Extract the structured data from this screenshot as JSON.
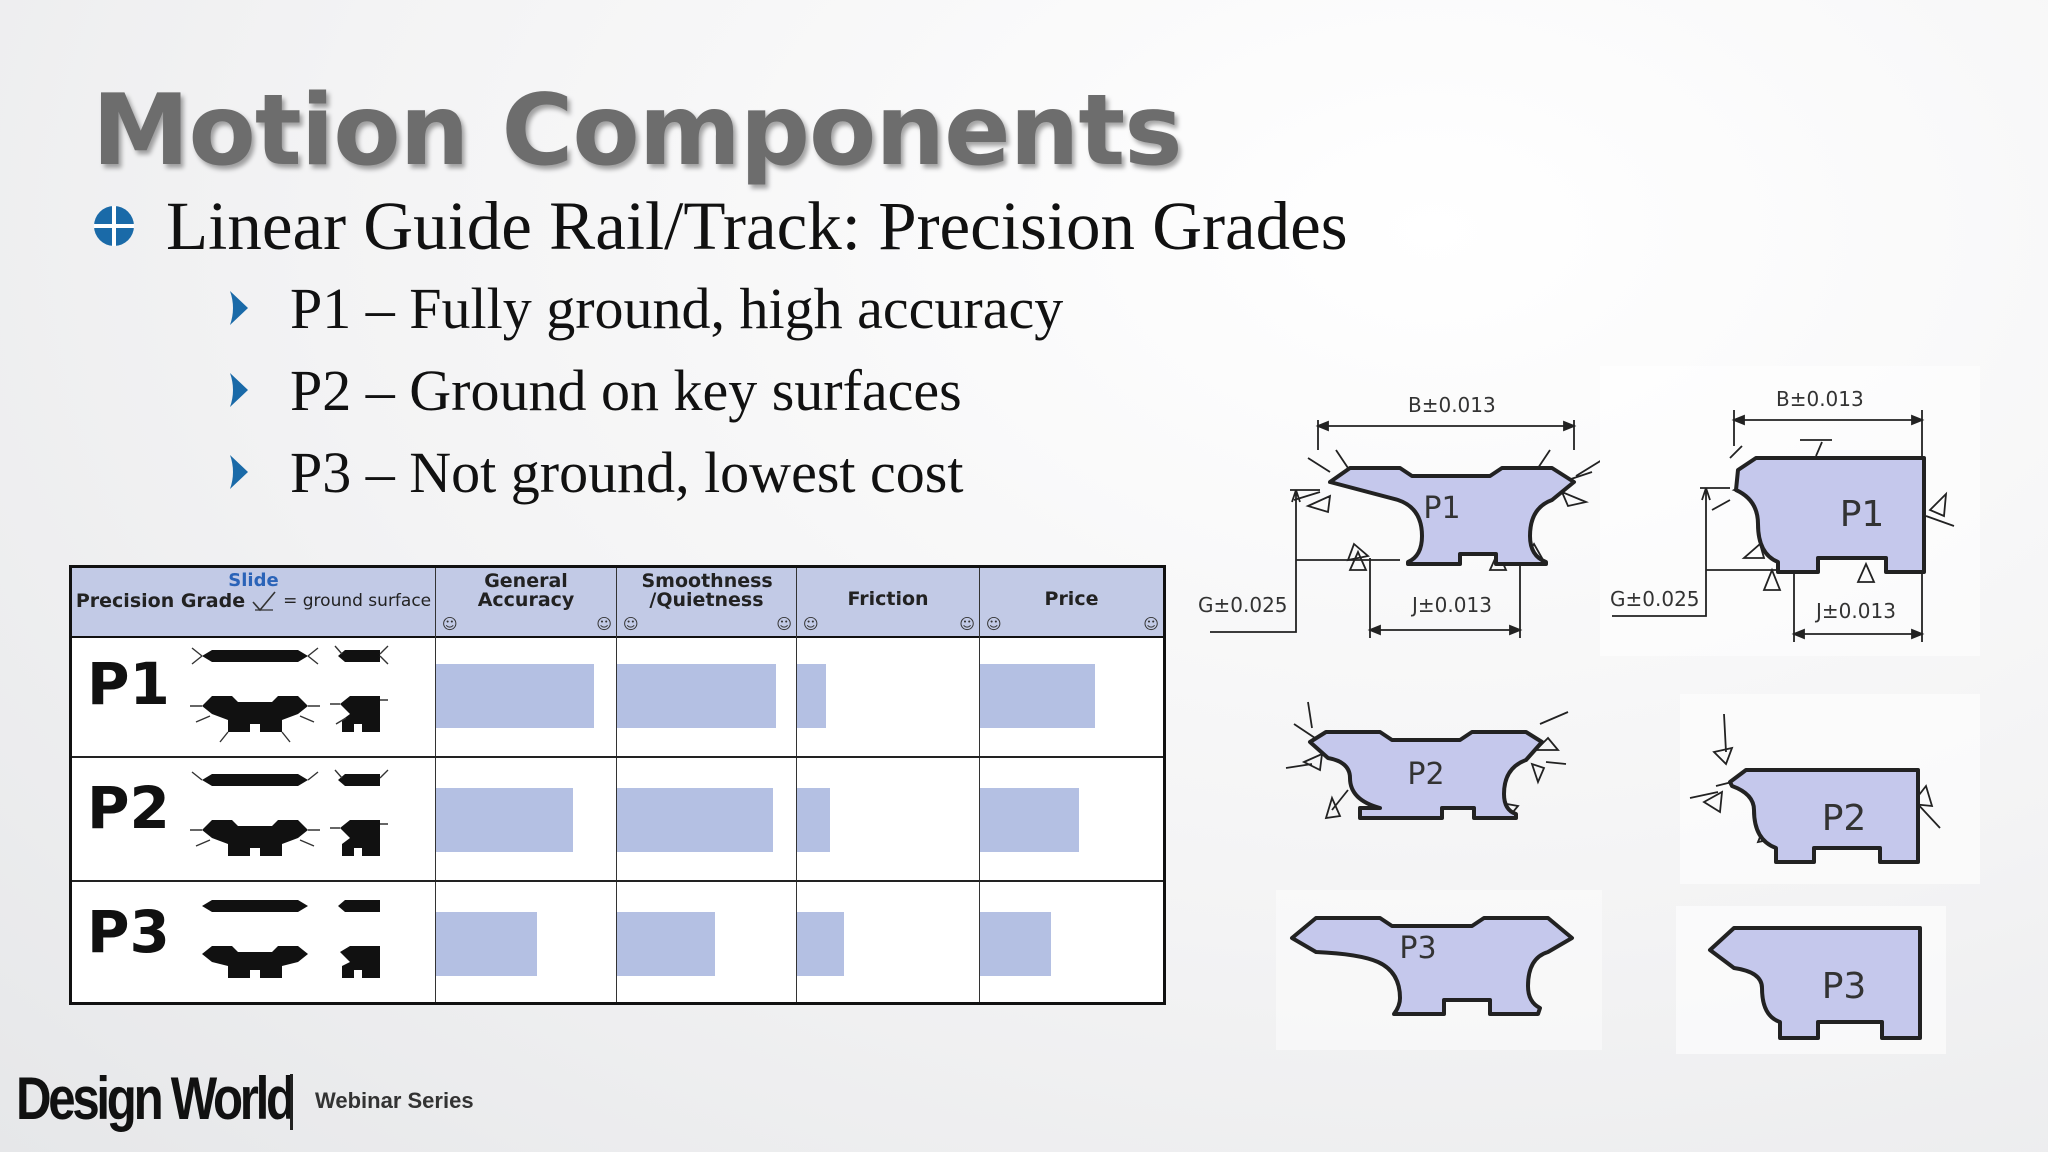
{
  "slide": {
    "title": "Motion Components",
    "bullet_l1": "Linear Guide Rail/Track: Precision Grades",
    "bullets_l2": [
      "P1 – Fully ground, high accuracy",
      "P2 – Ground on key surfaces",
      "P3 – Not ground, lowest cost"
    ]
  },
  "table": {
    "header": {
      "slide": "Slide",
      "precision_grade": "Precision Grade",
      "ground_surface": "= ground surface",
      "columns": [
        "General Accuracy",
        "Smoothness /Quietness",
        "Friction",
        "Price"
      ],
      "face_glyph": "☺"
    },
    "rows": [
      {
        "grade": "P1",
        "general_accuracy": 0.88,
        "smoothness": 0.89,
        "friction": 0.16,
        "price": 0.63
      },
      {
        "grade": "P2",
        "general_accuracy": 0.76,
        "smoothness": 0.87,
        "friction": 0.18,
        "price": 0.54
      },
      {
        "grade": "P3",
        "general_accuracy": 0.56,
        "smoothness": 0.55,
        "friction": 0.26,
        "price": 0.39
      }
    ],
    "bar_color": "#b4c0e3"
  },
  "diagrams": {
    "p1_full": {
      "label": "P1",
      "b": "B±0.013",
      "g": "G±0.025",
      "j": "J±0.013"
    },
    "p1_half": {
      "label": "P1",
      "b": "B±0.013",
      "g": "G±0.025",
      "j": "J±0.013"
    },
    "p2_full": {
      "label": "P2"
    },
    "p2_half": {
      "label": "P2"
    },
    "p3_full": {
      "label": "P3"
    },
    "p3_half": {
      "label": "P3"
    },
    "rail_fill": "#c5c8ec",
    "stroke": "#222222"
  },
  "footer": {
    "logo": "Design World",
    "series": "Webinar Series"
  },
  "colors": {
    "bullet_blue": "#1a6aa8",
    "title_gray": "#6d6d6d"
  }
}
